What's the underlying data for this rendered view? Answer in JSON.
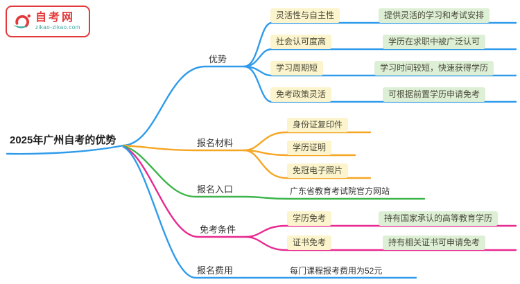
{
  "logo": {
    "title": "自考网",
    "domain": "zikao-zikao.com",
    "border_color": "#e23a3a",
    "accent_teal": "#35a79c"
  },
  "palette": {
    "blue": "#2f9bea",
    "orange": "#f5a623",
    "green": "#3cb54a",
    "magenta": "#e72990",
    "leaf_yellow_bg": "#fcf4cc",
    "leaf_green_bg": "#ddefd5",
    "text": "#333333"
  },
  "root": {
    "label": "2025年广州自考的优势"
  },
  "branches": [
    {
      "label": "优势",
      "color": "#2f9bea",
      "children": [
        {
          "label": "灵活性与自主性",
          "detail": "提供灵活的学习和考试安排"
        },
        {
          "label": "社会认可度高",
          "detail": "学历在求职中被广泛认可"
        },
        {
          "label": "学习周期短",
          "detail": "学习时间较短，快速获得学历"
        },
        {
          "label": "免考政策灵活",
          "detail": "可根据前置学历申请免考"
        }
      ]
    },
    {
      "label": "报名材料",
      "color": "#f5a623",
      "children": [
        {
          "label": "身份证复印件"
        },
        {
          "label": "学历证明"
        },
        {
          "label": "免冠电子照片"
        }
      ]
    },
    {
      "label": "报名入口",
      "color": "#3cb54a",
      "children": [
        {
          "label": "广东省教育考试院官方网站"
        }
      ]
    },
    {
      "label": "免考条件",
      "color": "#e72990",
      "children": [
        {
          "label": "学历免考",
          "detail": "持有国家承认的高等教育学历"
        },
        {
          "label": "证书免考",
          "detail": "持有相关证书可申请免考"
        }
      ]
    },
    {
      "label": "报名费用",
      "color": "#2f9bea",
      "children": [
        {
          "label": "每门课程报考费用为52元"
        }
      ]
    }
  ]
}
